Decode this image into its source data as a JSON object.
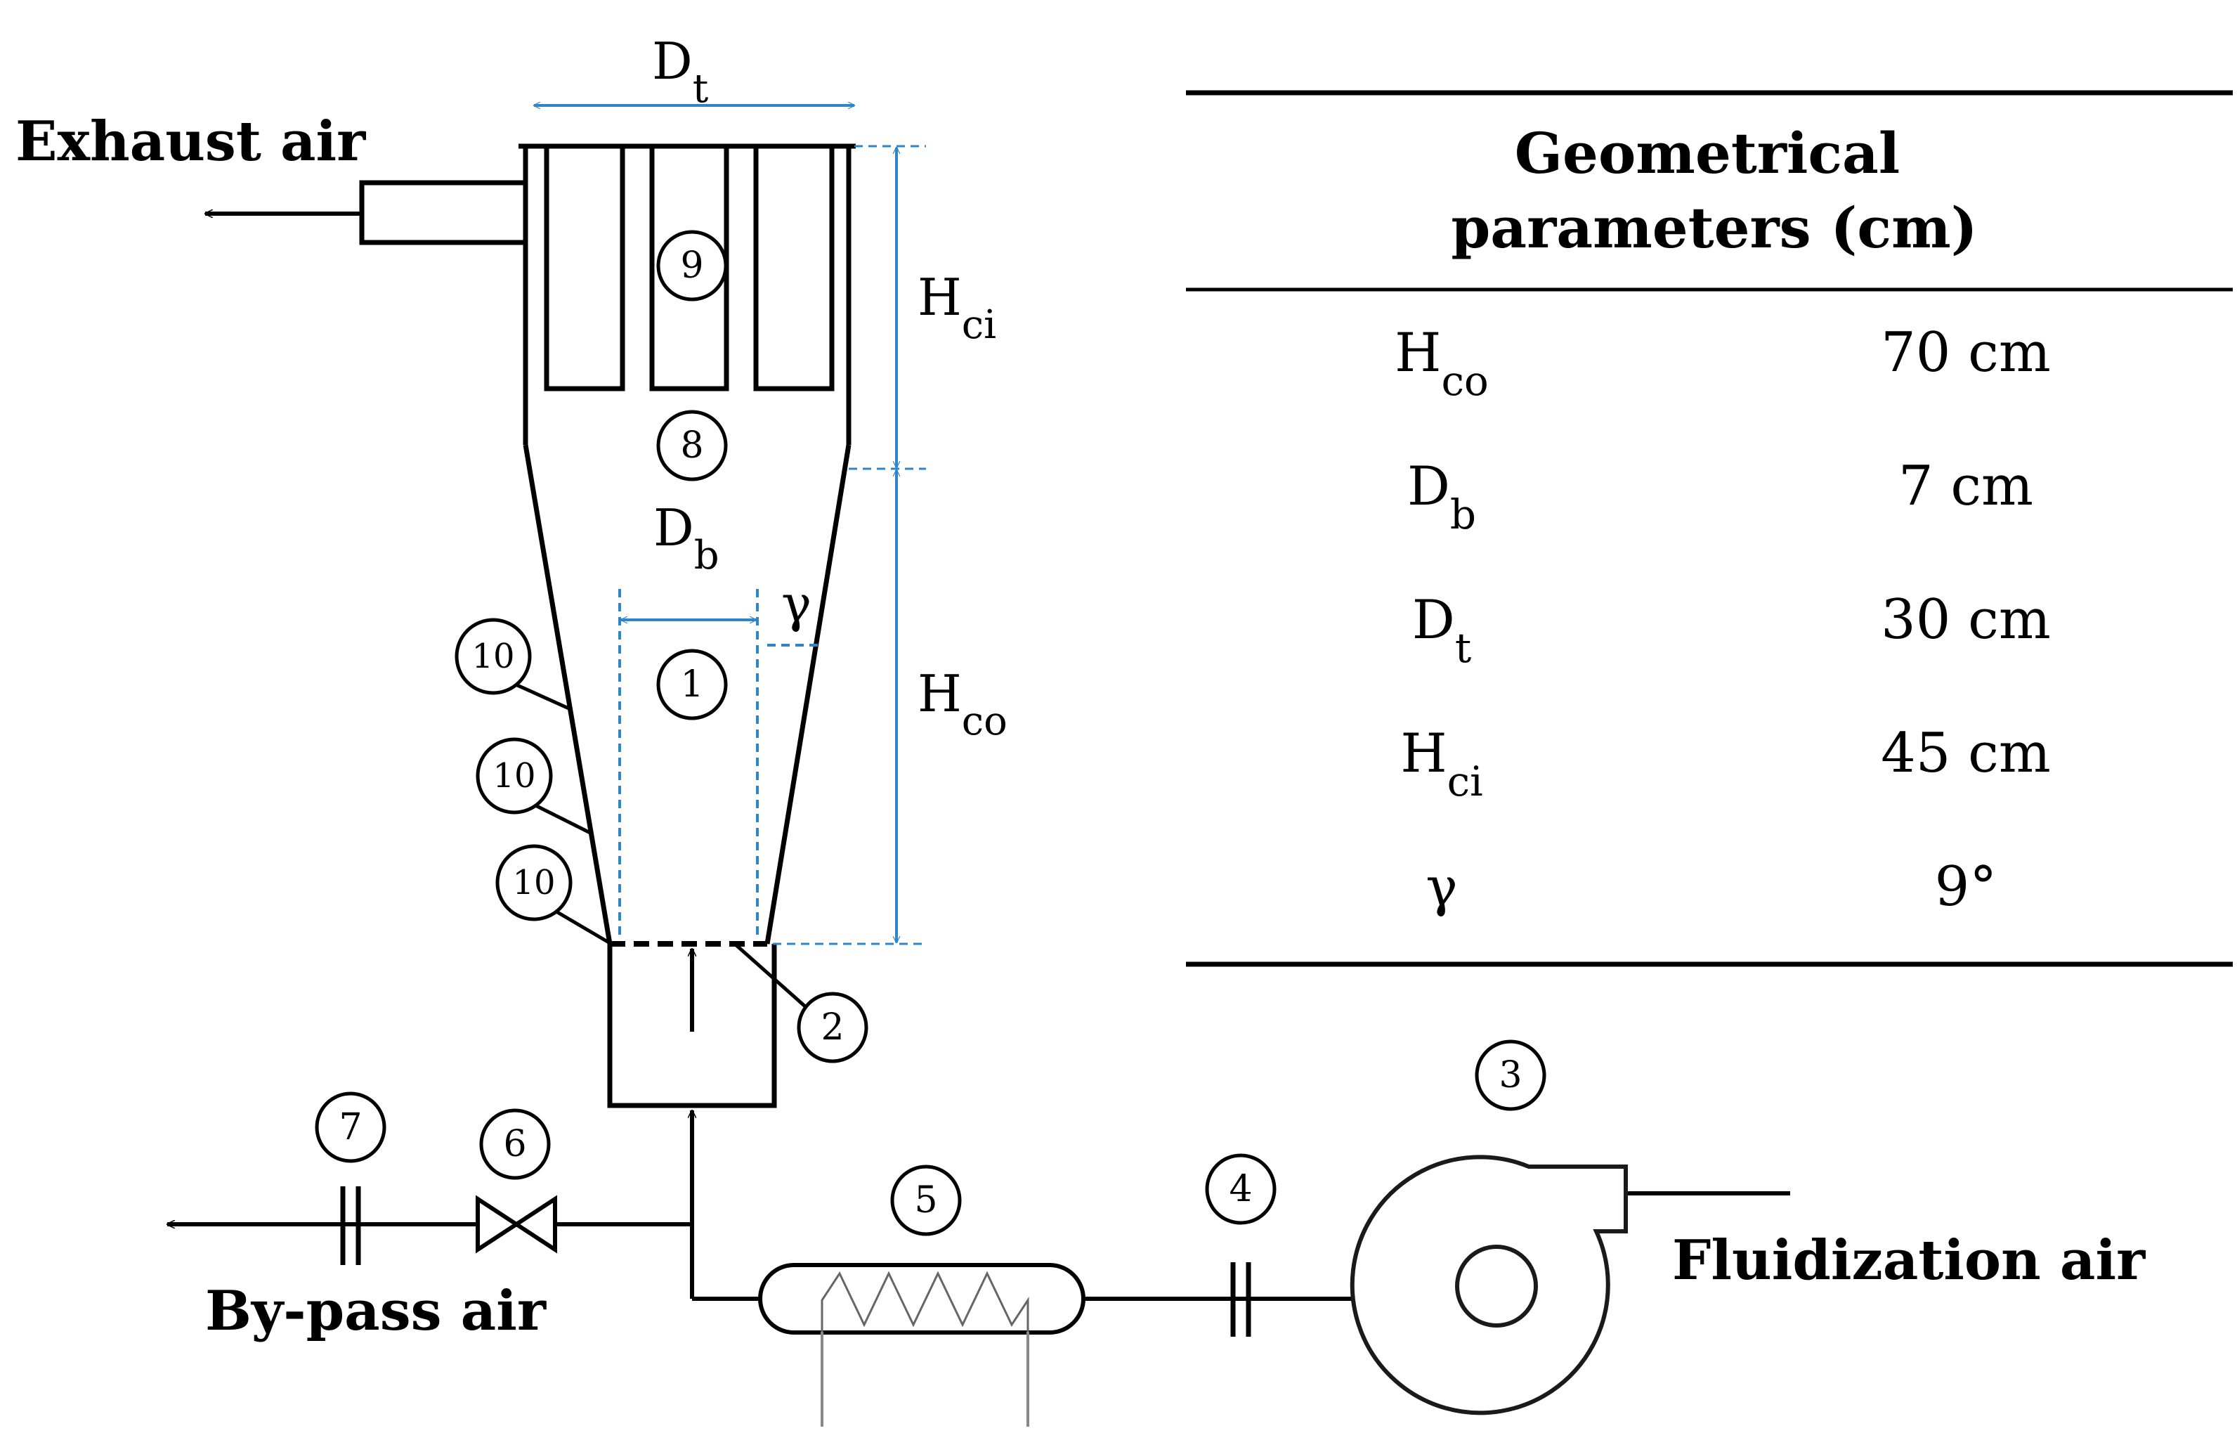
{
  "labels": {
    "exhaust": "Exhaust air",
    "bypass": "By-pass air",
    "fluidization": "Fluidization air"
  },
  "dims": {
    "dt_main": "D",
    "dt_sub": "t",
    "db_main": "D",
    "db_sub": "b",
    "hci_main": "H",
    "hci_sub": "ci",
    "hco_main": "H",
    "hco_sub": "co",
    "gamma": "γ"
  },
  "circles": {
    "c1": "1",
    "c2": "2",
    "c3": "3",
    "c4": "4",
    "c5": "5",
    "c6": "6",
    "c7": "7",
    "c8": "8",
    "c9": "9",
    "c10a": "10",
    "c10b": "10",
    "c10c": "10"
  },
  "table": {
    "title_line1": "Geometrical",
    "title_line2": "parameters (cm)",
    "rows": [
      {
        "main": "H",
        "sub": "co",
        "value": "70 cm"
      },
      {
        "main": "D",
        "sub": "b",
        "value": "7 cm"
      },
      {
        "main": "D",
        "sub": "t",
        "value": "30 cm"
      },
      {
        "main": "H",
        "sub": "ci",
        "value": "45 cm"
      },
      {
        "main": "γ",
        "sub": "",
        "value": "9°"
      }
    ]
  },
  "colors": {
    "dimension_blue": "#2e86c8",
    "line": "#000000",
    "heater_leads": "#888888"
  }
}
